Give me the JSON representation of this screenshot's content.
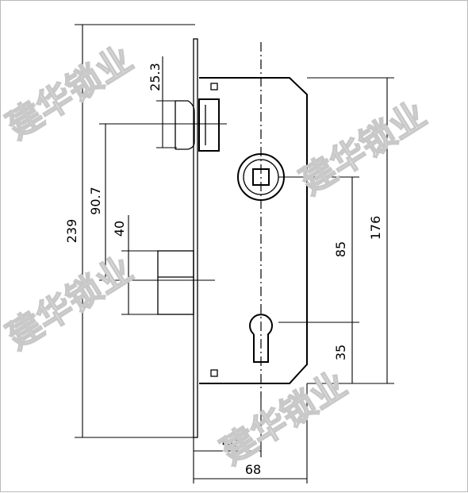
{
  "watermark": {
    "text": "建华锁业"
  },
  "dimensions": {
    "overall_height": "239",
    "forend_to_center": "90.7",
    "latch_width": "25.3",
    "deadbolt_width": "40",
    "center_distance": "85",
    "cylinder_offset": "35",
    "body_height": "176",
    "backset": "40",
    "body_depth": "68"
  }
}
